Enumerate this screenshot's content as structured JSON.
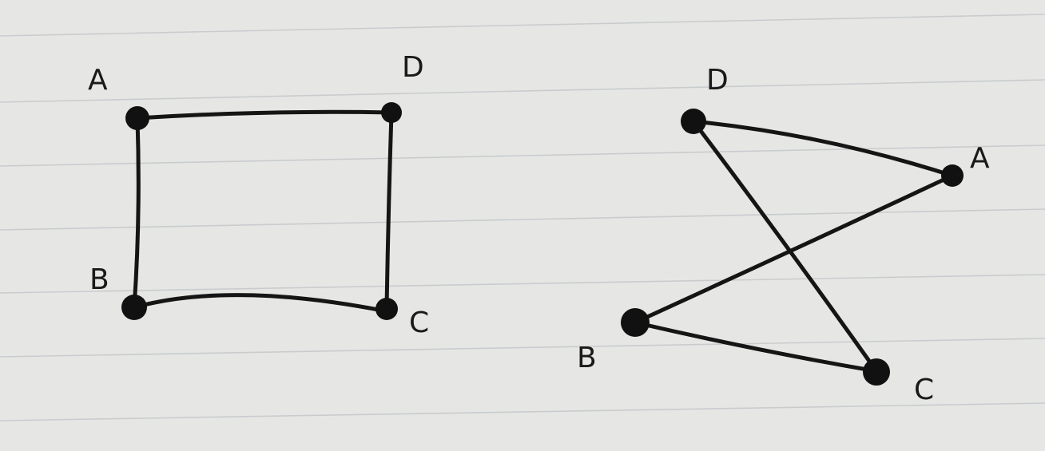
{
  "diagram": {
    "graphs": [
      {
        "nodes": [
          "A",
          "D",
          "B",
          "C"
        ],
        "edges": [
          [
            "A",
            "D"
          ],
          [
            "A",
            "B"
          ],
          [
            "D",
            "C"
          ],
          [
            "B",
            "C"
          ]
        ]
      },
      {
        "nodes": [
          "D",
          "A",
          "B",
          "C"
        ],
        "edges": [
          [
            "D",
            "A"
          ],
          [
            "D",
            "C"
          ],
          [
            "A",
            "B"
          ],
          [
            "B",
            "C"
          ]
        ]
      }
    ]
  },
  "colors": {
    "paper": "#e6e6e4",
    "ink": "#151515",
    "rule": "#c9cccf"
  }
}
